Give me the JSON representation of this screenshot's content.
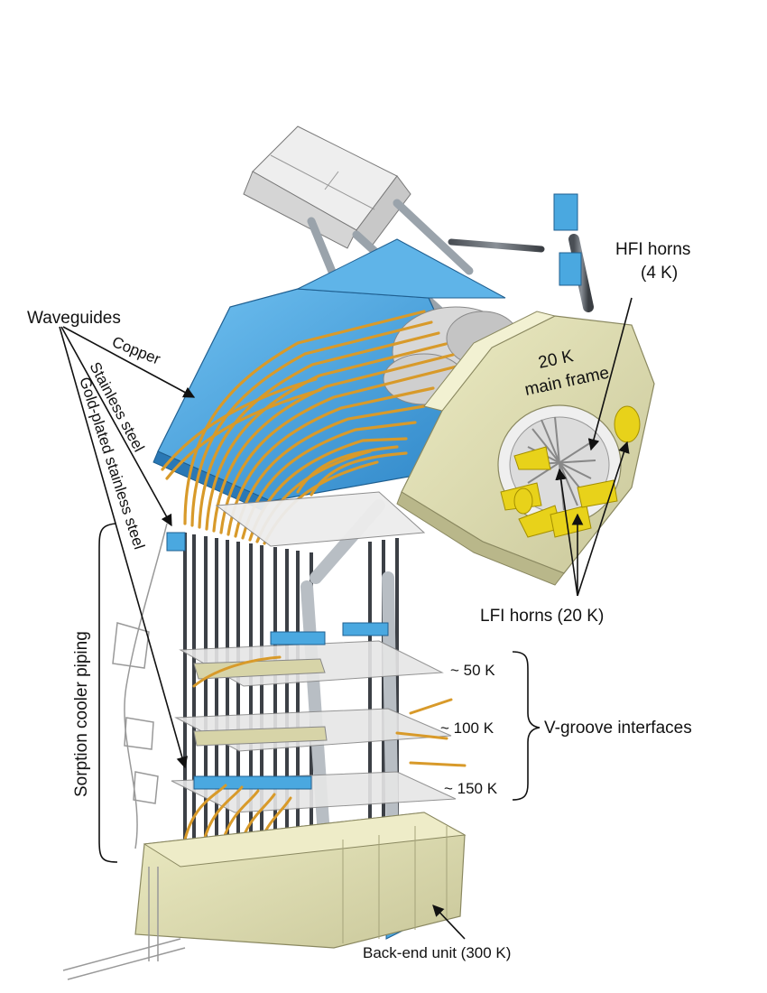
{
  "labels": {
    "waveguides": "Waveguides",
    "copper": "Copper",
    "stainless_steel": "Stainless steel",
    "gold_plated": "Gold-plated stainless steel",
    "sorption_piping": "Sorption cooler piping",
    "hfi_horns": "HFI horns",
    "hfi_temp": "(4 K)",
    "main_frame_temp": "20 K",
    "main_frame": "main frame",
    "lfi_horns": "LFI horns (20 K)",
    "k50": "~ 50 K",
    "k100": "~ 100 K",
    "k150": "~ 150 K",
    "vgroove": "V-groove interfaces",
    "backend": "Back-end unit (300 K)"
  },
  "colors": {
    "frame_olive": "#dcdcaa",
    "structure_blue": "#4aa8e0",
    "waveguide_copper": "#d89a2a",
    "horn_yellow": "#e8d21a",
    "strut_grey": "#9aa3ab",
    "plate_grey": "#e6e6e6"
  }
}
